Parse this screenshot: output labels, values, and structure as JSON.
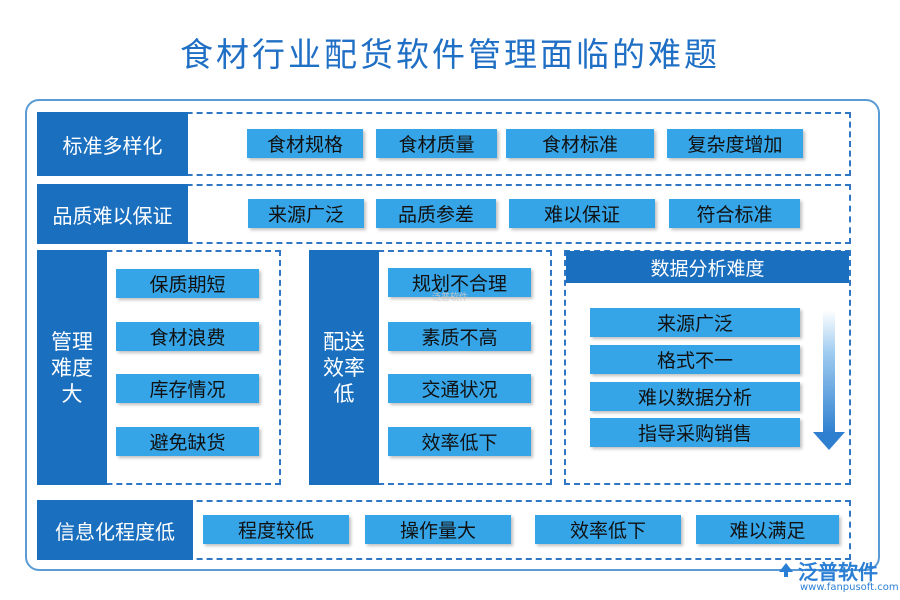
{
  "title": "食材行业配货软件管理面临的难题",
  "rows": {
    "standard": {
      "label": "标准多样化",
      "items": [
        "食材规格",
        "食材质量",
        "食材标准",
        "复杂度增加"
      ]
    },
    "quality": {
      "label": "品质难以保证",
      "items": [
        "来源广泛",
        "品质参差",
        "难以保证",
        "符合标准"
      ]
    },
    "info": {
      "label": "信息化程度低",
      "items": [
        "程度较低",
        "操作量大",
        "效率低下",
        "难以满足"
      ]
    }
  },
  "panels": {
    "management": {
      "label": "管理难度大",
      "items": [
        "保质期短",
        "食材浪费",
        "库存情况",
        "避免缺货"
      ]
    },
    "delivery": {
      "label": "配送效率低",
      "items": [
        "规划不合理",
        "素质不高",
        "交通状况",
        "效率低下"
      ]
    },
    "data": {
      "label": "数据分析难度",
      "items": [
        "来源广泛",
        "格式不一",
        "难以数据分析",
        "指导采购销售"
      ]
    }
  },
  "watermark": "泛普软件",
  "brand": {
    "name": "泛普软件",
    "url": "www.fanpusoft.com"
  },
  "colors": {
    "title": "#1f6fc5",
    "label_bg": "#1a6fbf",
    "chip_bg": "#35a5e8",
    "dashed_border": "#2f77c4",
    "outer_border": "#5b9bd5"
  }
}
